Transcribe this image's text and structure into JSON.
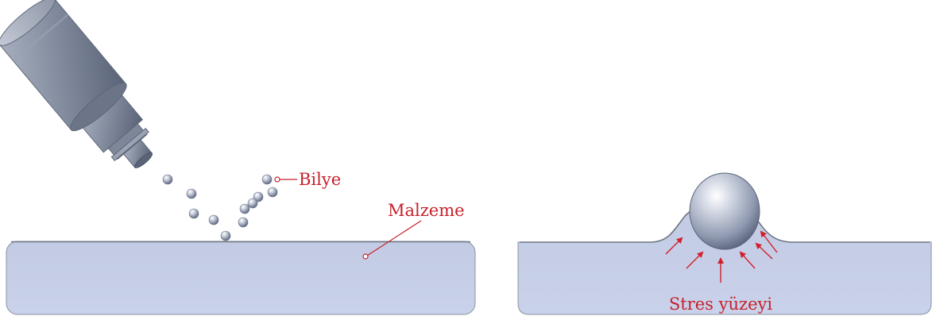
{
  "labels": {
    "shot": "Bilye",
    "material": "Malzeme",
    "stress_surface": "Stres yüzeyi"
  },
  "colors": {
    "label": "#c8202a",
    "material_fill": "#c6cfe6",
    "material_edge": "#6e7684",
    "nozzle_dark": "#5e6778",
    "nozzle_mid": "#8a93a5",
    "nozzle_light": "#b7becc",
    "arrow": "#d31f2b",
    "ball_highlight": "#ffffff",
    "ball_shadow": "#56607a"
  },
  "icons": {
    "nozzle": "shot-peening-nozzle-icon",
    "ball": "shot-ball-icon",
    "arrow": "compressive-stress-arrow-icon"
  },
  "counts": {
    "shot_balls": 11,
    "stress_arrows": 6
  }
}
